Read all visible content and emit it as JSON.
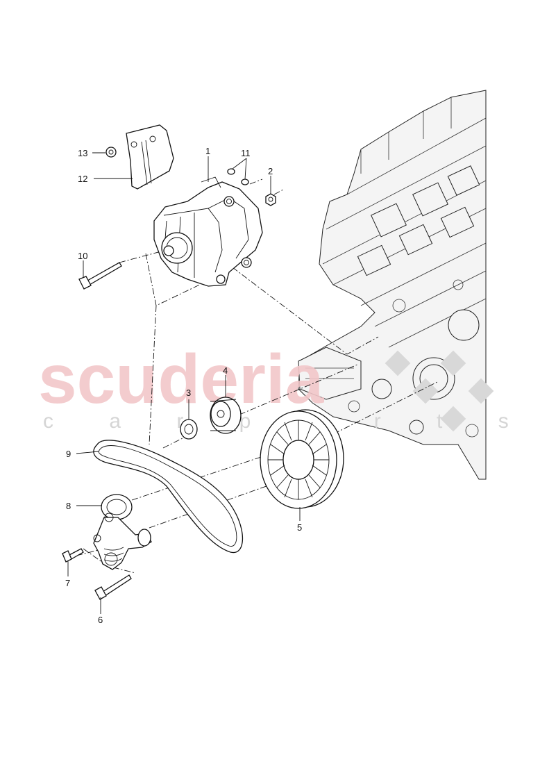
{
  "watermark": {
    "brand": "scuderia",
    "sub": "c a r p a r t s",
    "brand_color": "#f2c7c9"
  },
  "callouts": {
    "c1": "1",
    "c2": "2",
    "c3": "3",
    "c4": "4",
    "c5": "5",
    "c6": "6",
    "c7": "7",
    "c8": "8",
    "c9": "9",
    "c10": "10",
    "c11": "11",
    "c12": "12",
    "c13": "13"
  }
}
